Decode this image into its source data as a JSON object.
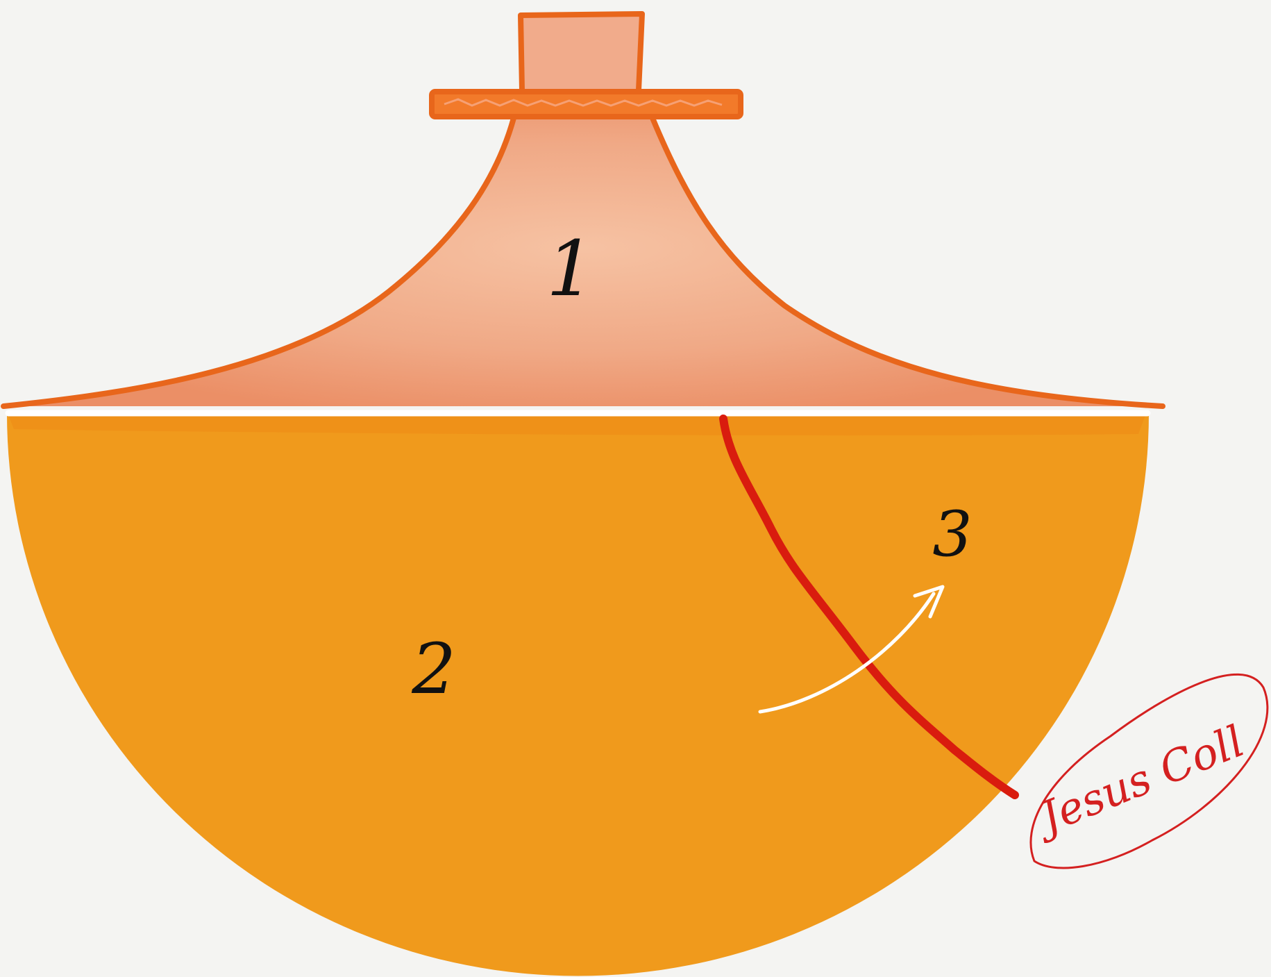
{
  "diagram": {
    "regions": [
      {
        "id": "region-1",
        "label": "1",
        "color": "#eea47f",
        "outline": "#e8661b"
      },
      {
        "id": "region-2",
        "label": "2",
        "color": "#f09a1c"
      },
      {
        "id": "region-3",
        "label": "3",
        "color": "#f09a1c"
      }
    ],
    "divider_color": "#ffffff",
    "cut_line_color": "#d91c0e",
    "arrow_color": "#ffffff",
    "signature": {
      "text": "Jesus Coll",
      "color": "#d42020"
    }
  }
}
